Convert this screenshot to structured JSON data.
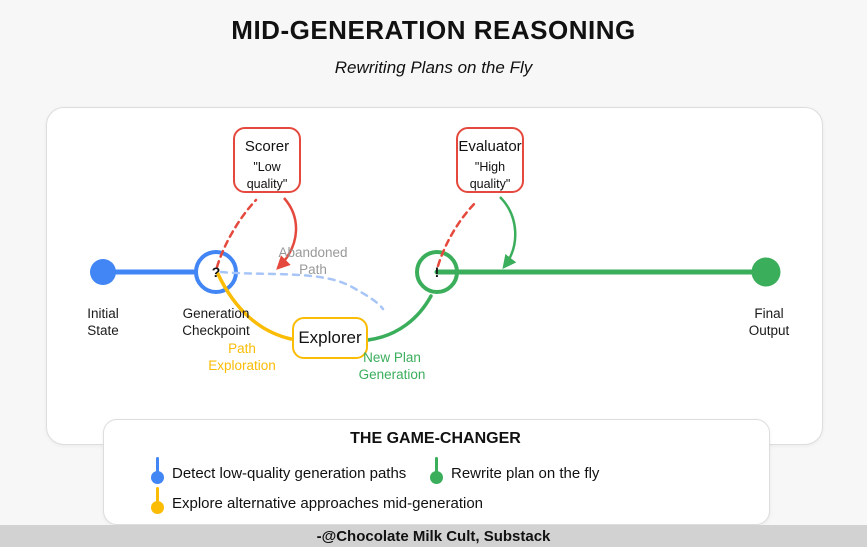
{
  "page": {
    "title": "MID-GENERATION REASONING",
    "subtitle": "Rewriting Plans on the Fly",
    "attribution": "-@Chocolate Milk Cult, Substack"
  },
  "diagram": {
    "nodes": {
      "initial": {
        "label": "Initial\nState"
      },
      "checkpoint": {
        "glyph": "?",
        "label": "Generation\nCheckpoint"
      },
      "replan": {
        "glyph": "!"
      },
      "final": {
        "label": "Final\nOutput"
      }
    },
    "boxes": {
      "scorer": {
        "title": "Scorer",
        "quote": "\"Low quality\""
      },
      "evaluator": {
        "title": "Evaluator",
        "quote": "\"High quality\""
      },
      "explorer": {
        "title": "Explorer"
      }
    },
    "path_labels": {
      "abandoned": "Abandoned\nPath",
      "exploration": "Path\nExploration",
      "new_plan": "New Plan\nGeneration"
    },
    "colors": {
      "blue": "#4285f4",
      "green": "#3bae5c",
      "red": "#e5493d",
      "yellow": "#fbbc05",
      "light_blue_dashed": "#a8c5f7",
      "gray_label": "#999999"
    }
  },
  "legend": {
    "title": "THE GAME-CHANGER",
    "items": [
      {
        "color": "#4285f4",
        "label": "Detect low-quality generation paths"
      },
      {
        "color": "#3bae5c",
        "label": "Rewrite plan on the fly"
      },
      {
        "color": "#fbbc05",
        "label": "Explore alternative approaches mid-generation"
      }
    ]
  }
}
